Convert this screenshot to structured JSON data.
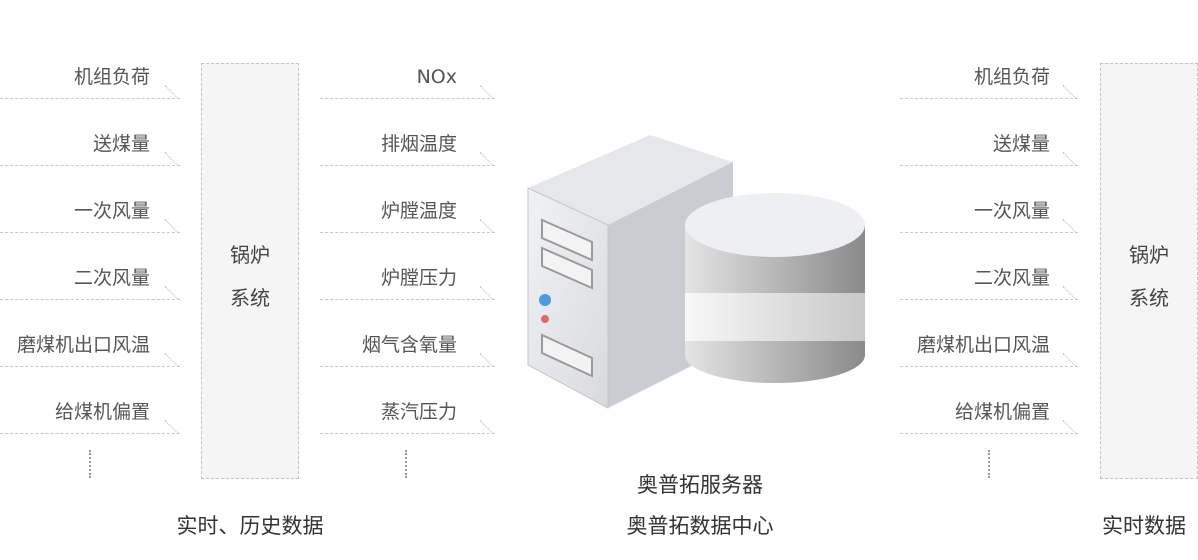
{
  "left_group": {
    "items": [
      "机组负荷",
      "送煤量",
      "一次风量",
      "二次风量",
      "磨煤机出口风温",
      "给煤机偏置"
    ],
    "box_lines": [
      "锅炉",
      "系统"
    ],
    "caption": "实时、历史数据"
  },
  "middle_group": {
    "items": [
      "NOx",
      "排烟温度",
      "炉膛温度",
      "炉膛压力",
      "烟气含氧量",
      "蒸汽压力"
    ]
  },
  "server": {
    "lines": [
      "奥普拓服务器",
      "奥普拓数据中心"
    ]
  },
  "right_group": {
    "items": [
      "机组负荷",
      "送煤量",
      "一次风量",
      "二次风量",
      "磨煤机出口风温",
      "给煤机偏置"
    ],
    "box_lines": [
      "锅炉",
      "系统"
    ],
    "caption": "实时数据"
  }
}
